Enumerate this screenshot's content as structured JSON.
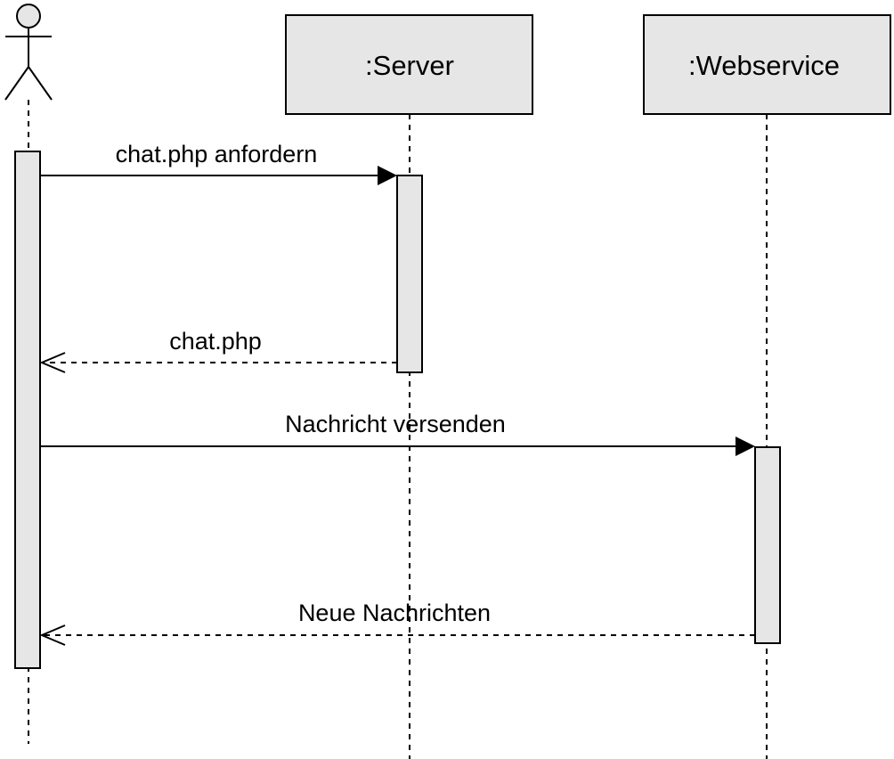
{
  "diagram": {
    "type": "uml-sequence",
    "participants": [
      {
        "id": "actor",
        "kind": "actor",
        "label": ""
      },
      {
        "id": "server",
        "kind": "object",
        "label": ":Server"
      },
      {
        "id": "webservice",
        "kind": "object",
        "label": ":Webservice"
      }
    ],
    "messages": [
      {
        "from": "actor",
        "to": "server",
        "label": "chat.php anfordern",
        "style": "sync"
      },
      {
        "from": "server",
        "to": "actor",
        "label": "chat.php",
        "style": "return"
      },
      {
        "from": "actor",
        "to": "webservice",
        "label": "Nachricht versenden",
        "style": "sync"
      },
      {
        "from": "webservice",
        "to": "actor",
        "label": "Neue Nachrichten",
        "style": "return"
      }
    ],
    "colors": {
      "box_fill": "#e6e6e6",
      "stroke": "#000000",
      "background": "#ffffff"
    }
  }
}
